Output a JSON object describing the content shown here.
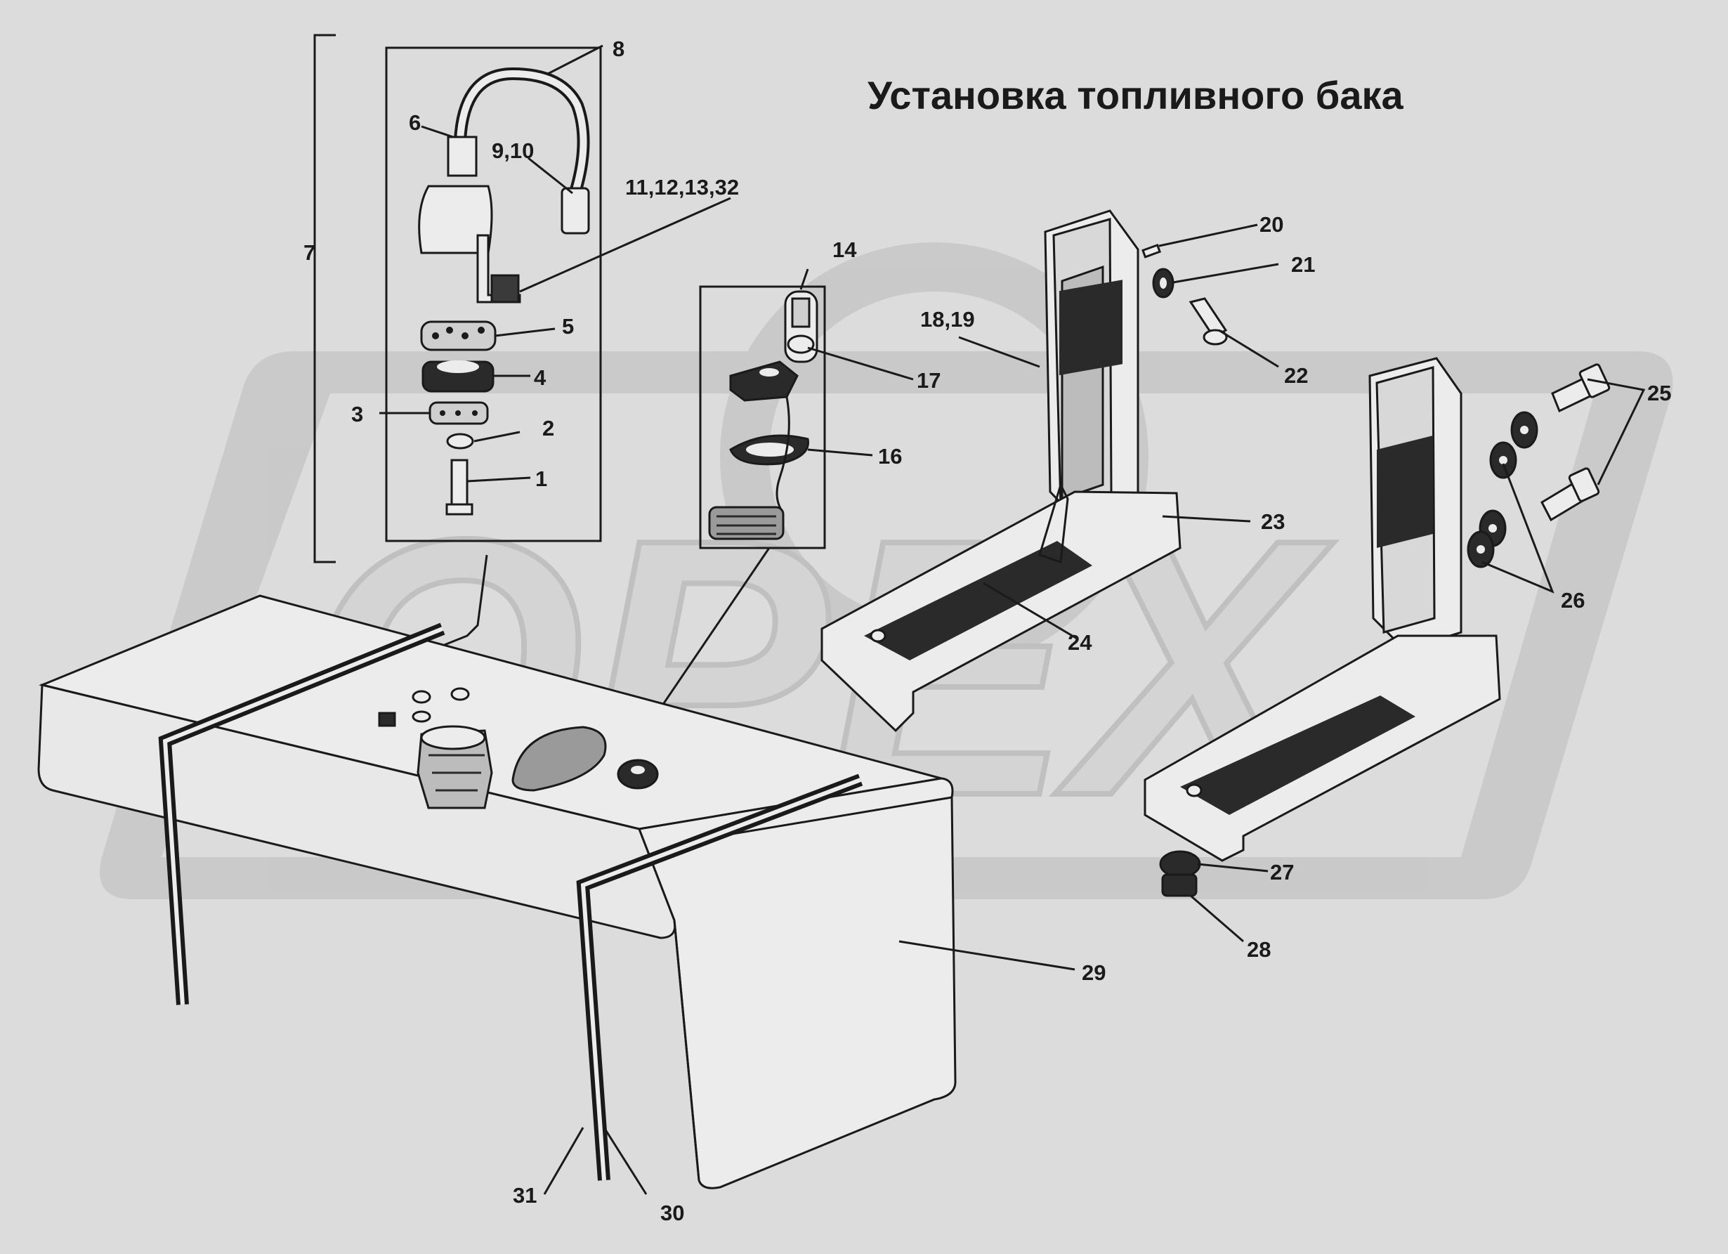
{
  "diagram": {
    "title": "Установка топливного бака",
    "watermark": "OPEX",
    "colors": {
      "background": "#dcdcdc",
      "watermark": "#c8c8c8",
      "outline": "#1a1a1a",
      "part_fill": "#ececec",
      "dark_fill": "#3a3a3a"
    },
    "labels": [
      {
        "id": "1",
        "text": "1"
      },
      {
        "id": "2",
        "text": "2"
      },
      {
        "id": "3",
        "text": "3"
      },
      {
        "id": "4",
        "text": "4"
      },
      {
        "id": "5",
        "text": "5"
      },
      {
        "id": "6",
        "text": "6"
      },
      {
        "id": "7",
        "text": "7"
      },
      {
        "id": "8",
        "text": "8"
      },
      {
        "id": "9_10",
        "text": "9,10"
      },
      {
        "id": "11_32",
        "text": "11,12,13,32"
      },
      {
        "id": "14",
        "text": "14"
      },
      {
        "id": "16",
        "text": "16"
      },
      {
        "id": "17",
        "text": "17"
      },
      {
        "id": "18_19",
        "text": "18,19"
      },
      {
        "id": "20",
        "text": "20"
      },
      {
        "id": "21",
        "text": "21"
      },
      {
        "id": "22",
        "text": "22"
      },
      {
        "id": "23",
        "text": "23"
      },
      {
        "id": "24",
        "text": "24"
      },
      {
        "id": "25",
        "text": "25"
      },
      {
        "id": "26",
        "text": "26"
      },
      {
        "id": "27",
        "text": "27"
      },
      {
        "id": "28",
        "text": "28"
      },
      {
        "id": "29",
        "text": "29"
      },
      {
        "id": "30",
        "text": "30"
      },
      {
        "id": "31",
        "text": "31"
      }
    ]
  }
}
